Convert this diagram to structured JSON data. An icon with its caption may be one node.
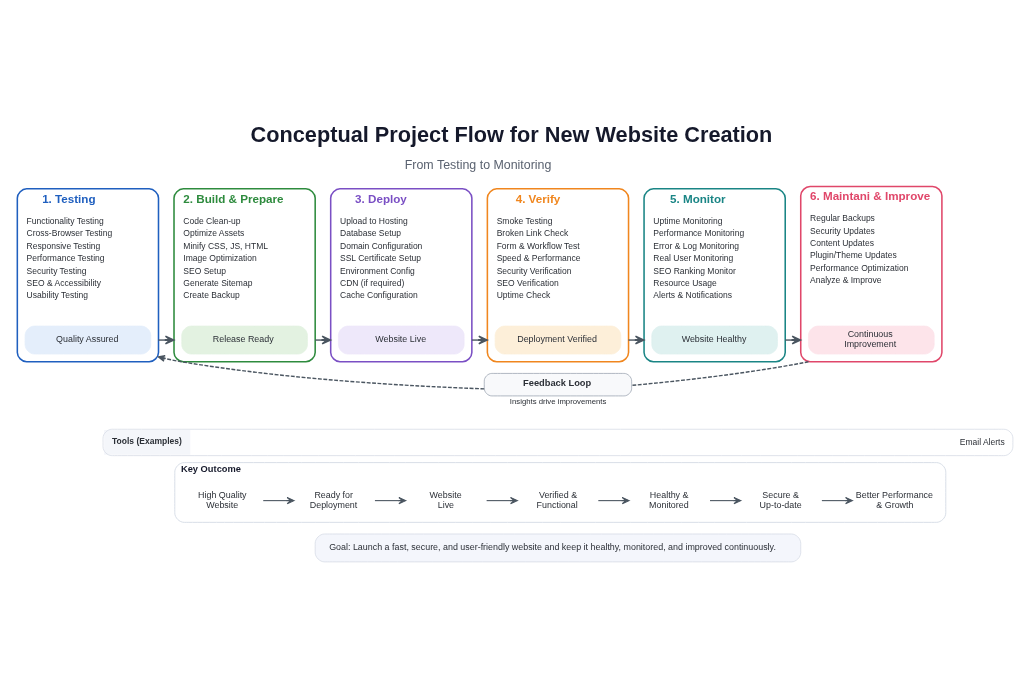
{
  "diagram": {
    "title": "Conceptual Project Flow for New Website Creation",
    "nodes": [
      {
        "text": [
          "1. Testing",
          "Functionality Testing",
          "Cross-Browser Testing",
          "Responsive Testing",
          "Performance Testing",
          "Security Testing",
          "SEO & Accessibility",
          "Usability Testing"
        ]
      },
      {
        "text": [
          "Quality Assured"
        ],
        "in": 0
      },
      {
        "text": [
          "2. Build & Prepare",
          "Code Clean-up",
          "Optimize Assets",
          "Minify CSS, JS, HTML",
          "Image Optimization",
          "SEO Setup",
          "Generate Sitemap",
          "Create Backup"
        ]
      },
      {
        "text": [
          "Release Ready"
        ],
        "in": 2
      },
      {
        "text": [
          "3. Deploy",
          "Upload to Hosting",
          "Database Setup",
          "Domain Configuration",
          "SSL Certificate Setup",
          "Environment Config",
          "CDN (if required)",
          "Cache Configuration"
        ]
      },
      {
        "text": [
          "Website Live"
        ],
        "in": 4
      },
      {
        "text": [
          "4. Verify",
          "Smoke Testing",
          "Broken Link Check",
          "Form & Workflow Test",
          "Speed & Performance",
          "Security Verification",
          "SEO Verification",
          "Uptime Check"
        ]
      },
      {
        "text": [
          "Deployment Verified"
        ],
        "in": 6
      },
      {
        "text": [
          "5. Monitor",
          "Uptime Monitoring",
          "Performance Monitoring",
          "Error & Log Monitoring",
          "Real User Monitoring",
          "SEO Ranking Monitor",
          "Resource Usage",
          "Alerts & Notifications"
        ]
      },
      {
        "text": [
          "Website Healthy"
        ],
        "in": 8
      },
      {
        "text": [
          "6. Maintani & Improve",
          "Regular Backups",
          "Security Updates",
          "Content Updates",
          "Plugin/Theme Updates",
          "Performance Optimization",
          "Analyze & Improve"
        ]
      },
      {
        "text": [
          "Continuous Improvement"
        ],
        "in": 10
      },
      {
        "text": [
          "Feedback Loop"
        ],
        "beside": [
          "Insights drive improvements"
        ]
      },
      {
        "text": [
          "Tools (Examples)",
          "Email Alerts"
        ]
      },
      {
        "text": [
          "Key Outcome"
        ]
      },
      {
        "text": [
          "High Quality Website"
        ],
        "in": 14
      },
      {
        "text": [
          "Ready for Deployment"
        ],
        "in": 14
      },
      {
        "text": [
          "Website Live"
        ],
        "in": 14
      },
      {
        "text": [
          "Verified & Functional"
        ],
        "in": 14
      },
      {
        "text": [
          "Healthy & Monitored"
        ],
        "in": 14
      },
      {
        "text": [
          "Secure & Up-to-date"
        ],
        "in": 14
      },
      {
        "text": [
          "Better Performance & Growth"
        ],
        "in": 14
      },
      {
        "text": [
          "Goal: Launch a fast, secure, and user-friendly website and keep it healthy, monitored, and improved continuously."
        ]
      }
    ],
    "edges": [
      {
        "from": 0,
        "to": 2,
        "arrow": "to"
      },
      {
        "from": 2,
        "to": 4,
        "arrow": "to"
      },
      {
        "from": 4,
        "to": 6,
        "arrow": "to"
      },
      {
        "from": 6,
        "to": 8,
        "arrow": "to"
      },
      {
        "from": 8,
        "to": 10,
        "arrow": "to"
      },
      {
        "from": 10,
        "to": 12,
        "arrow": "none",
        "style": "dashed"
      },
      {
        "from": 12,
        "to": 0,
        "arrow": "to",
        "style": "dashed"
      },
      {
        "from": 15,
        "to": 16,
        "arrow": "to"
      },
      {
        "from": 16,
        "to": 17,
        "arrow": "to"
      },
      {
        "from": 17,
        "to": 18,
        "arrow": "to"
      },
      {
        "from": 18,
        "to": 19,
        "arrow": "to"
      },
      {
        "from": 19,
        "to": 20,
        "arrow": "to"
      },
      {
        "from": 20,
        "to": 21,
        "arrow": "to"
      }
    ],
    "labels": [
      "From Testing to Monitoring"
    ]
  }
}
